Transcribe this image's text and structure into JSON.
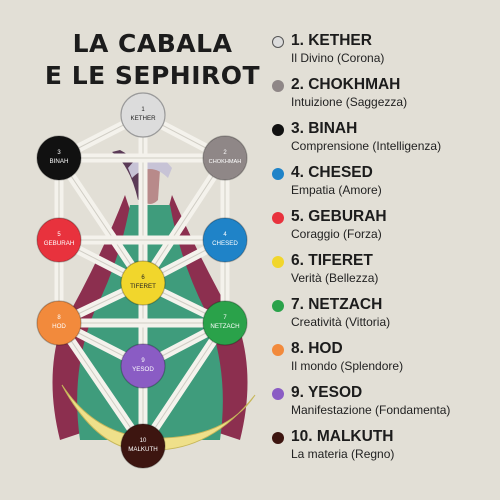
{
  "title": {
    "line1": "LA CABALA",
    "line2": "E LE SEPHIROT"
  },
  "sephirot": [
    {
      "number": "1",
      "name": "KETHER",
      "label": "1. KETHER",
      "meaning": "Il Divino (Corona)",
      "color": "#dcdcdc",
      "text_color": "#222222"
    },
    {
      "number": "2",
      "name": "CHOKHMAH",
      "label": "2. CHOKHMAH",
      "meaning": "Intuizione (Saggezza)",
      "color": "#8f8787",
      "text_color": "#ffffff"
    },
    {
      "number": "3",
      "name": "BINAH",
      "label": "3. BINAH",
      "meaning": "Comprensione (Intelligenza)",
      "color": "#111111",
      "text_color": "#ffffff"
    },
    {
      "number": "4",
      "name": "CHESED",
      "label": "4. CHESED",
      "meaning": "Empatia (Amore)",
      "color": "#1f83c8",
      "text_color": "#ffffff"
    },
    {
      "number": "5",
      "name": "GEBURAH",
      "label": "5. GEBURAH",
      "meaning": "Coraggio (Forza)",
      "color": "#e8323d",
      "text_color": "#ffffff"
    },
    {
      "number": "6",
      "name": "TIFERET",
      "label": "6. TIFERET",
      "meaning": "Verità (Bellezza)",
      "color": "#f1d62c",
      "text_color": "#222222"
    },
    {
      "number": "7",
      "name": "NETZACH",
      "label": "7. NETZACH",
      "meaning": "Creatività (Vittoria)",
      "color": "#2aa24a",
      "text_color": "#ffffff"
    },
    {
      "number": "8",
      "name": "HOD",
      "label": "8. HOD",
      "meaning": "Il mondo (Splendore)",
      "color": "#f28a3c",
      "text_color": "#ffffff"
    },
    {
      "number": "9",
      "name": "YESOD",
      "label": "9. YESOD",
      "meaning": "Manifestazione (Fondamenta)",
      "color": "#8a5cc4",
      "text_color": "#ffffff"
    },
    {
      "number": "10",
      "name": "MALKUTH",
      "label": "10. MALKUTH",
      "meaning": "La materia (Regno)",
      "color": "#3d1510",
      "text_color": "#ffffff"
    }
  ],
  "figure_colors": {
    "robe": "#3f9c7c",
    "cloak": "#8c2f4f",
    "moon": "#efe08a",
    "paths": "#f4f2ec"
  }
}
